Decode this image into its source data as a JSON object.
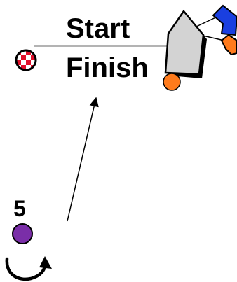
{
  "labels": {
    "start": "Start",
    "finish": "Finish",
    "boat_number": "5"
  },
  "colors": {
    "start_line": "#9a9a9a",
    "committee_boat_fill": "#d3d3d3",
    "committee_boat_stroke": "#000000",
    "pin_buoy": "#ff7b1c",
    "flag_blue": "#1a3fe0",
    "flag_orange": "#ff7b1c",
    "checkered_red": "#e0102a",
    "boat_marker": "#7a2ea8",
    "course_arrow": "#000000"
  },
  "icons": {
    "pin_end_mark": "checkered-flag-buoy-icon",
    "committee_boat": "committee-boat-icon",
    "boat": "boat-position-icon",
    "turn": "circling-turn-arrow-icon"
  }
}
